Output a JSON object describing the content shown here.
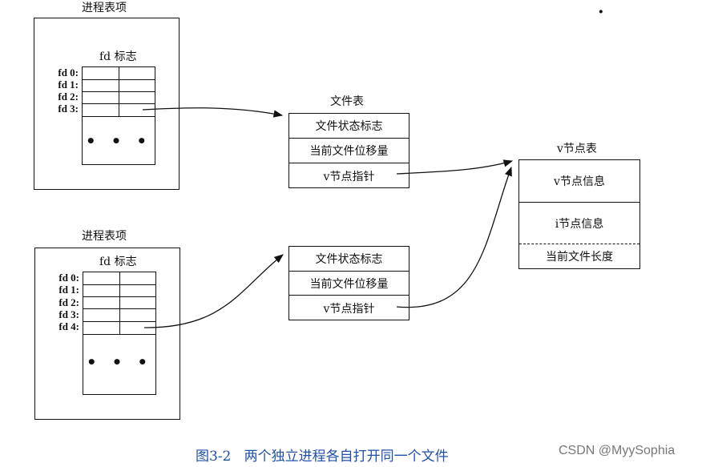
{
  "process1": {
    "title": "进程表项",
    "fd_header": "fd 标志",
    "fd_labels": [
      "fd 0:",
      "fd 1:",
      "fd 2:",
      "fd 3:"
    ],
    "ellipsis": "• • •"
  },
  "process2": {
    "title": "进程表项",
    "fd_header": "fd 标志",
    "fd_labels": [
      "fd 0:",
      "fd 1:",
      "fd 2:",
      "fd 3:",
      "fd 4:"
    ],
    "ellipsis": "• • •"
  },
  "file_table": {
    "title": "文件表",
    "entry1": [
      "文件状态标志",
      "当前文件位移量",
      "v节点指针"
    ],
    "entry2": [
      "文件状态标志",
      "当前文件位移量",
      "v节点指针"
    ]
  },
  "vnode_table": {
    "title": "v节点表",
    "fields": [
      "v节点信息",
      "i节点信息",
      "当前文件长度"
    ]
  },
  "caption": "图3-2   两个独立进程各自打开同一个文件",
  "watermark": "CSDN @MyySophia",
  "dot": "·",
  "colors": {
    "caption": "#1f4fa8",
    "line": "#111111"
  }
}
